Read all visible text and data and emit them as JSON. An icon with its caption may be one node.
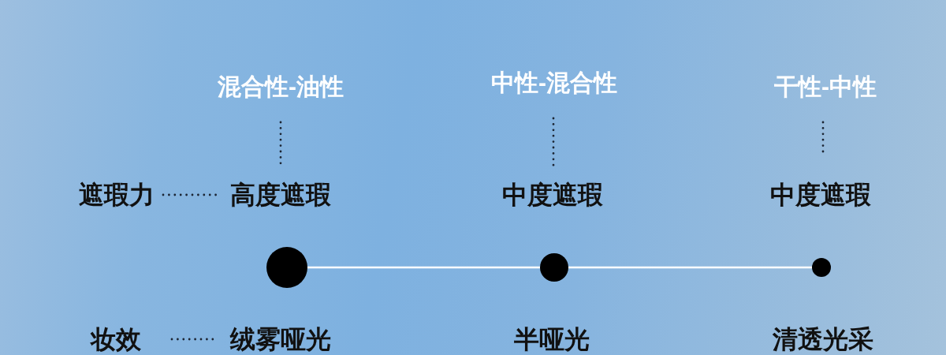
{
  "diagram": {
    "nodes": [
      {
        "text": [
          "混合性-油性"
        ]
      },
      {
        "text": [
          "中性-混合性"
        ]
      },
      {
        "text": [
          "干性-中性"
        ]
      },
      {
        "text": [
          "遮瑕力"
        ]
      },
      {
        "text": [
          "高度遮瑕"
        ]
      },
      {
        "text": [
          "中度遮瑕"
        ]
      },
      {
        "text": [
          "中度遮瑕"
        ]
      },
      {
        "text": [],
        "shape": "circle"
      },
      {
        "text": [],
        "shape": "circle"
      },
      {
        "text": [],
        "shape": "circle"
      },
      {
        "text": [
          "妆效"
        ]
      },
      {
        "text": [
          "绒雾哑光"
        ]
      }
    ],
    "edges": [
      {
        "from": 0,
        "to": 4,
        "arrow": "none",
        "style": "dashed"
      },
      {
        "from": 1,
        "to": 5,
        "arrow": "none",
        "style": "dashed"
      },
      {
        "from": 2,
        "to": 6,
        "arrow": "none",
        "style": "dashed"
      },
      {
        "from": 3,
        "to": 4,
        "arrow": "none",
        "style": "dashed"
      },
      {
        "from": 7,
        "to": 8,
        "arrow": "none",
        "color": "#ffffff"
      },
      {
        "from": 8,
        "to": 9,
        "arrow": "none",
        "color": "#ffffff"
      },
      {
        "from": 10,
        "to": 11,
        "arrow": "none",
        "style": "dashed"
      }
    ],
    "labels": [
      "半哑光",
      "清透光采"
    ]
  }
}
